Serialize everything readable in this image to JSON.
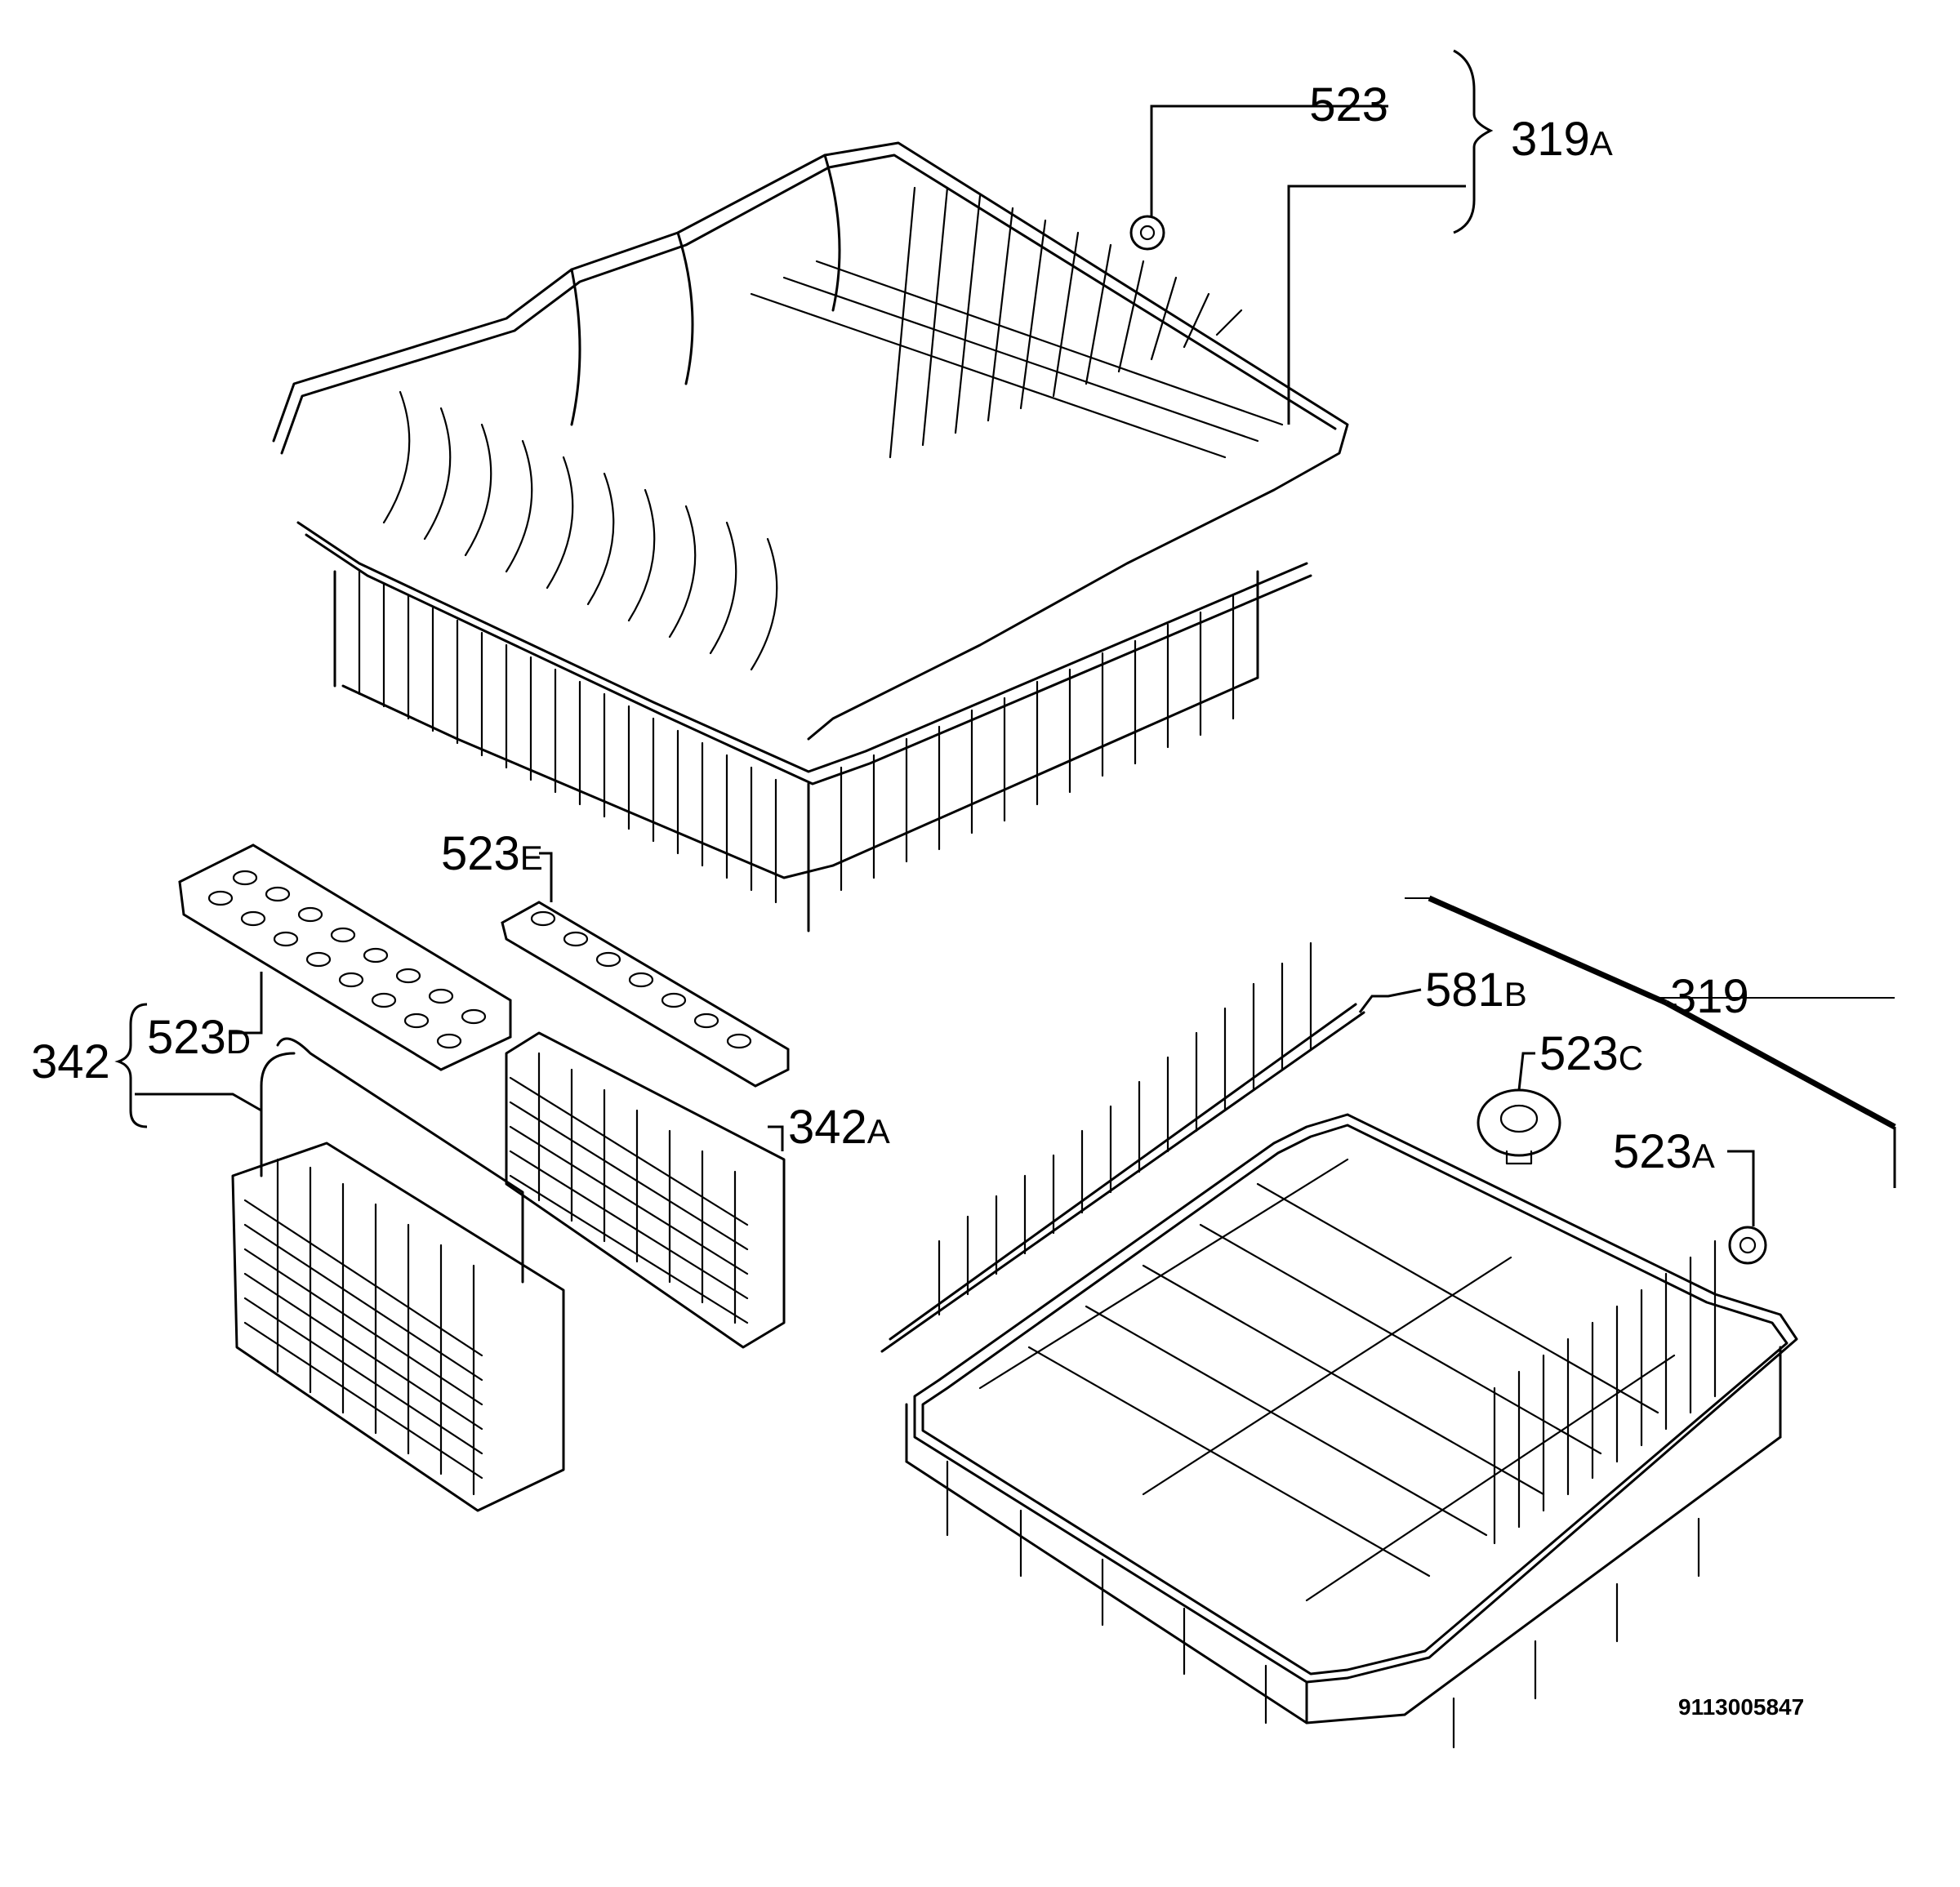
{
  "callouts": {
    "c523": {
      "num": "523",
      "sfx": ""
    },
    "c319A": {
      "num": "319",
      "sfx": "A"
    },
    "c523E": {
      "num": "523",
      "sfx": "E"
    },
    "c342": {
      "num": "342",
      "sfx": ""
    },
    "c523D": {
      "num": "523",
      "sfx": "D"
    },
    "c342A": {
      "num": "342",
      "sfx": "A"
    },
    "c581B": {
      "num": "581",
      "sfx": "B"
    },
    "c319": {
      "num": "319",
      "sfx": ""
    },
    "c523C": {
      "num": "523",
      "sfx": "C"
    },
    "c523A": {
      "num": "523",
      "sfx": "A"
    }
  },
  "document_number": "9113005847"
}
